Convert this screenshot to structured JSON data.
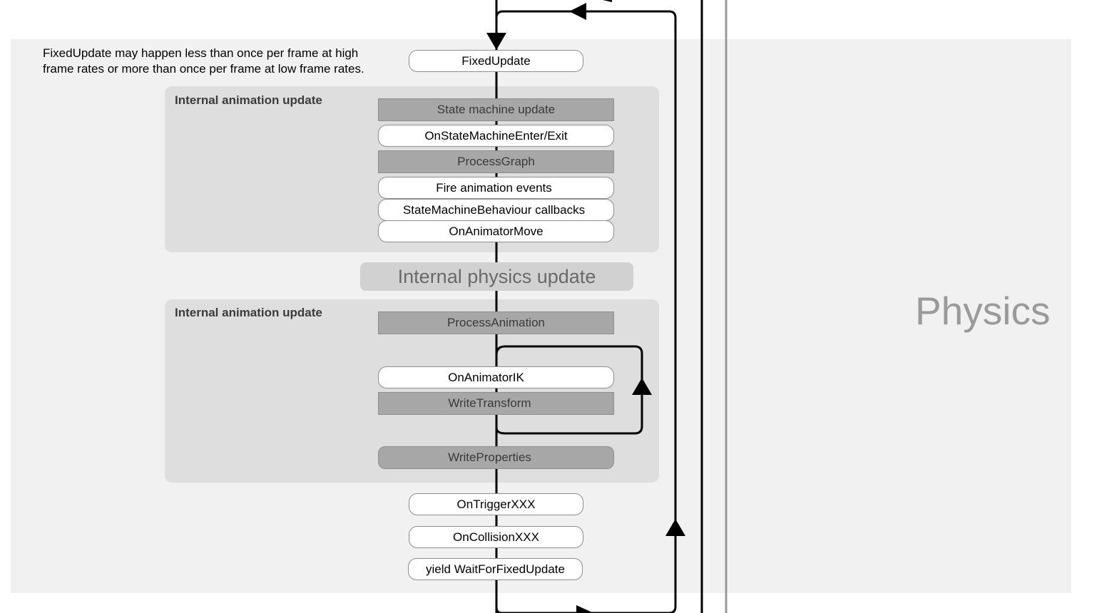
{
  "section": {
    "label": "Physics"
  },
  "note": {
    "line1": "FixedUpdate may happen less than once per frame at high",
    "line2": "frame rates or more than once per frame at low frame rates."
  },
  "nodes": {
    "fixed_update": "FixedUpdate",
    "state_machine_update": "State machine update",
    "on_state_machine_enter_exit": "OnStateMachineEnter/Exit",
    "process_graph": "ProcessGraph",
    "fire_animation_events": "Fire animation events",
    "state_machine_behaviour_callbacks": "StateMachineBehaviour callbacks",
    "on_animator_move": "OnAnimatorMove",
    "internal_physics_update": "Internal physics update",
    "process_animation": "ProcessAnimation",
    "on_animator_ik": "OnAnimatorIK",
    "write_transform": "WriteTransform",
    "write_properties": "WriteProperties",
    "on_trigger_xxx": "OnTriggerXXX",
    "on_collision_xxx": "OnCollisionXXX",
    "yield_wait_for_fixed_update": "yield WaitForFixedUpdate"
  },
  "groups": {
    "animation_update_1": {
      "title": "Internal animation update"
    },
    "animation_update_2": {
      "title": "Internal animation update"
    }
  },
  "colors": {
    "section_background": "#f1f1f1",
    "group_background": "#dedede",
    "callback_fill": "#ffffff",
    "internal_step_fill": "#a7a7a7",
    "flow_line": "#000000"
  }
}
